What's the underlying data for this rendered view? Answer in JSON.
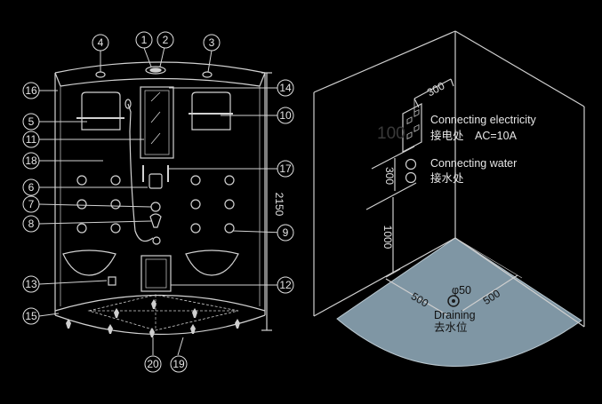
{
  "shower_callouts": [
    "1",
    "2",
    "3",
    "4",
    "5",
    "6",
    "7",
    "8",
    "9",
    "10",
    "11",
    "12",
    "13",
    "14",
    "15",
    "16",
    "17",
    "18",
    "19",
    "20"
  ],
  "height_dimension": "2150",
  "installation": {
    "electricity": {
      "label_en": "Connecting electricity",
      "label_cn": "接电处",
      "spec": "AC=10A",
      "width_dim": "300",
      "ghost_text": "100"
    },
    "water": {
      "label_en": "Connecting water",
      "label_cn": "接水处",
      "height_dim": "300"
    },
    "floor_height_dim": "1000",
    "drain": {
      "label_en": "Draining",
      "label_cn": "去水位",
      "diameter": "φ50"
    },
    "floor_dims": [
      "500",
      "500"
    ]
  },
  "colors": {
    "background": "#000000",
    "line": "#cfcfcf",
    "floor_fill": "#7f96a4"
  }
}
